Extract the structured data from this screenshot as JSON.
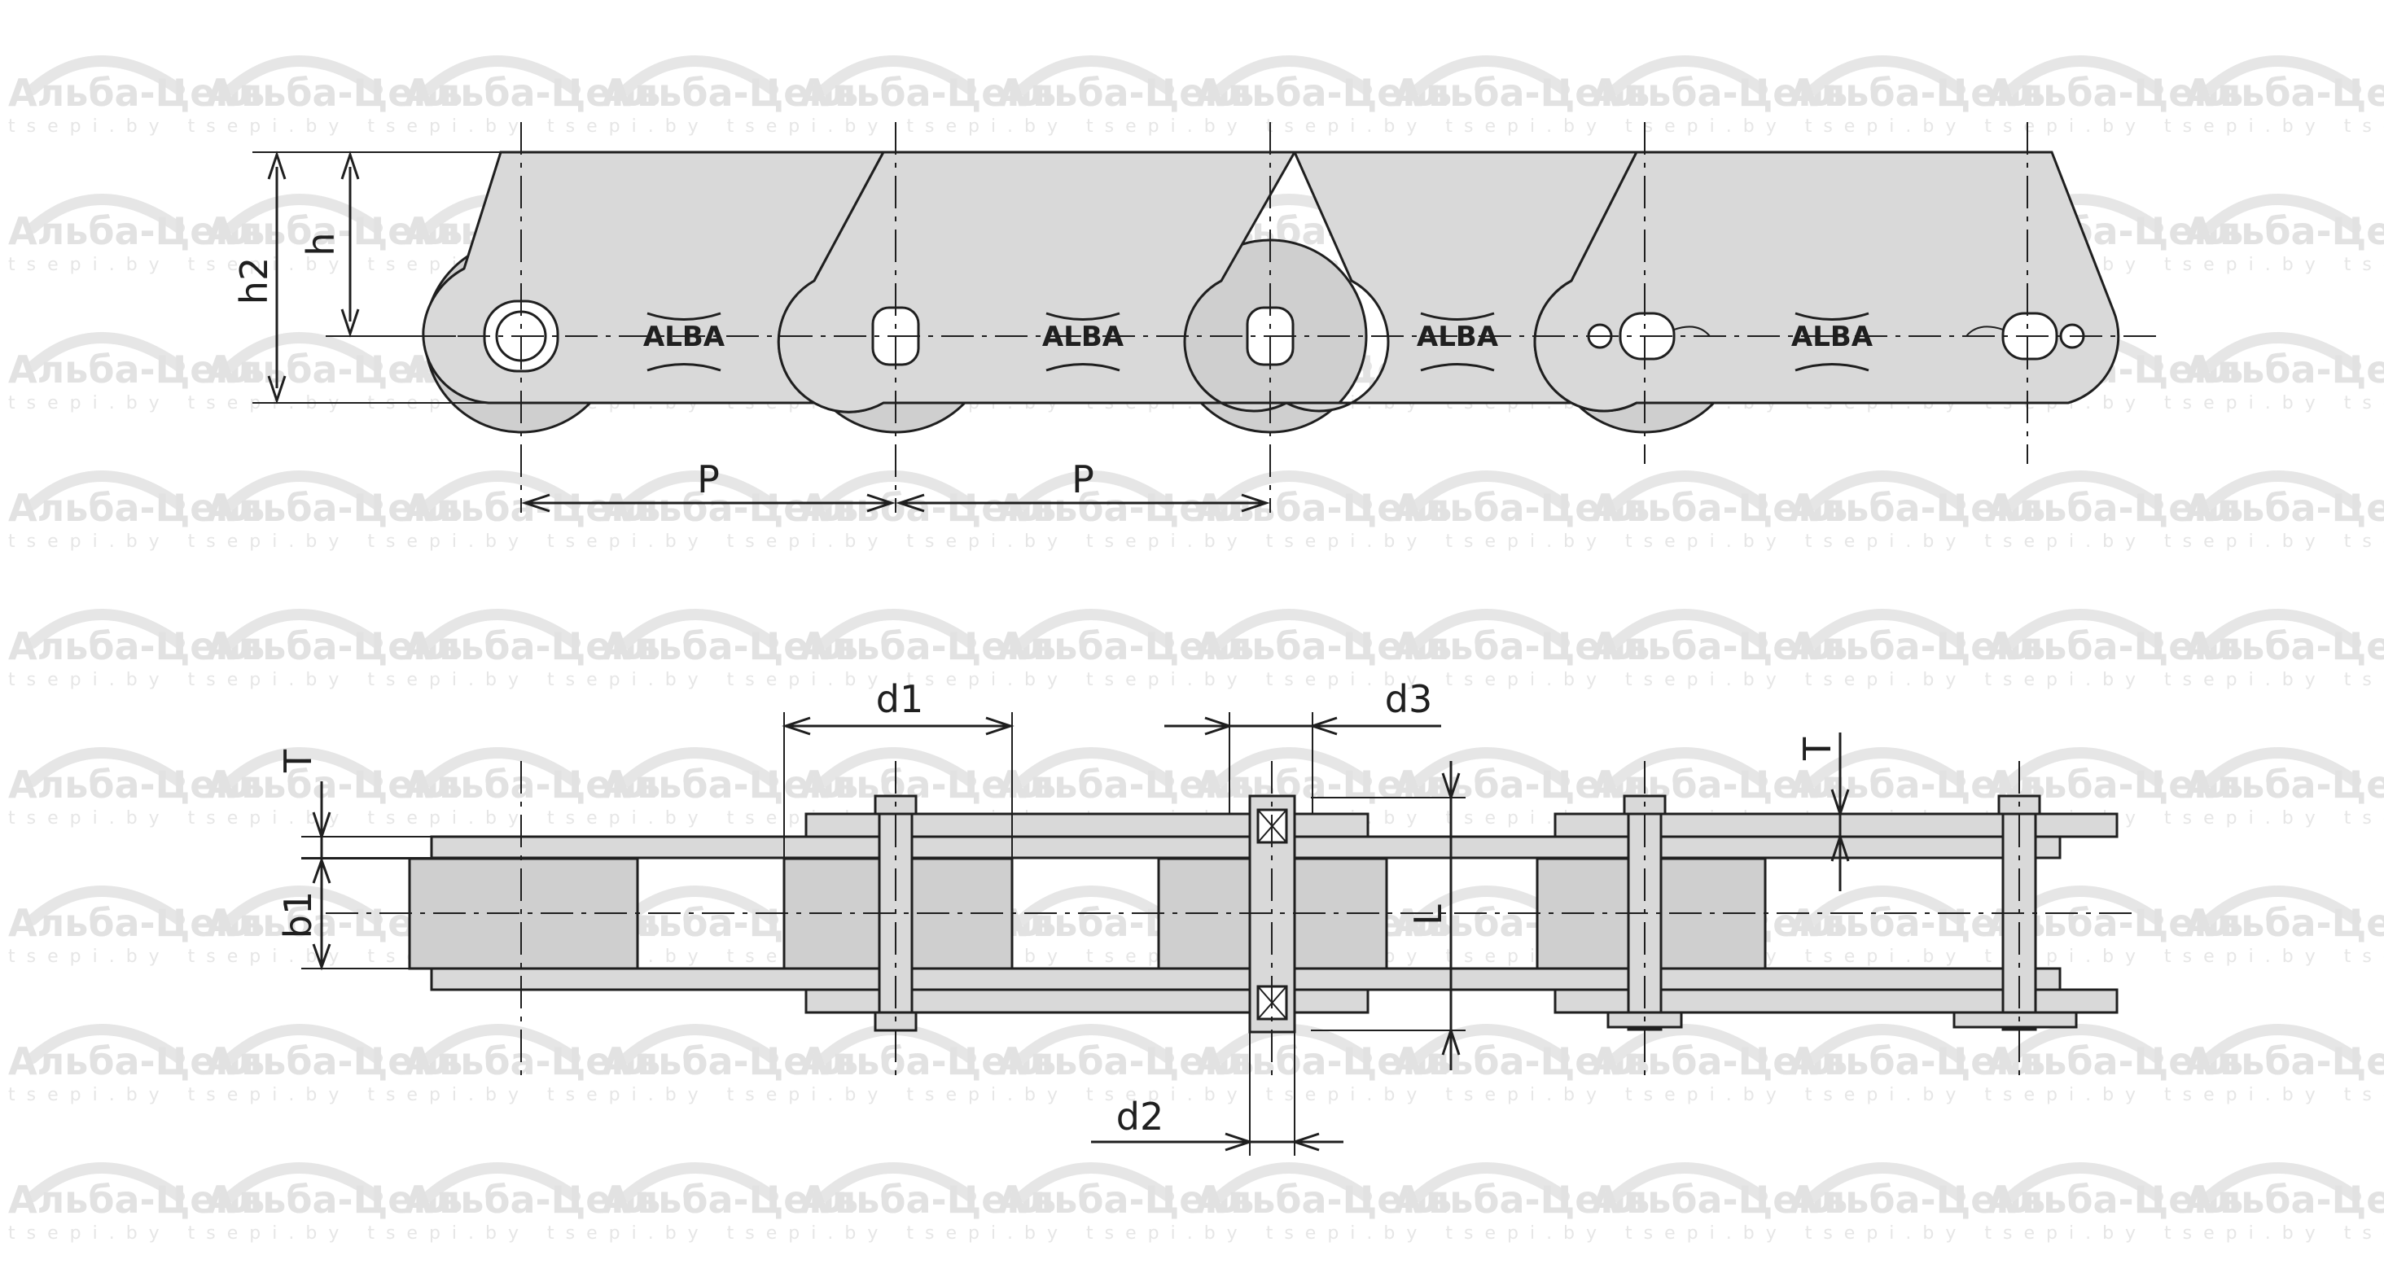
{
  "watermark": {
    "text": "Альба-Цепь",
    "url": "tsepi.by"
  },
  "brand": "ALBA",
  "dimensions": {
    "h2": "h2",
    "h": "h",
    "p_left": "P",
    "p_right": "P",
    "d1": "d1",
    "d3": "d3",
    "d2": "d2",
    "t_left": "T",
    "t_right": "T",
    "b1": "b1",
    "l": "L"
  }
}
